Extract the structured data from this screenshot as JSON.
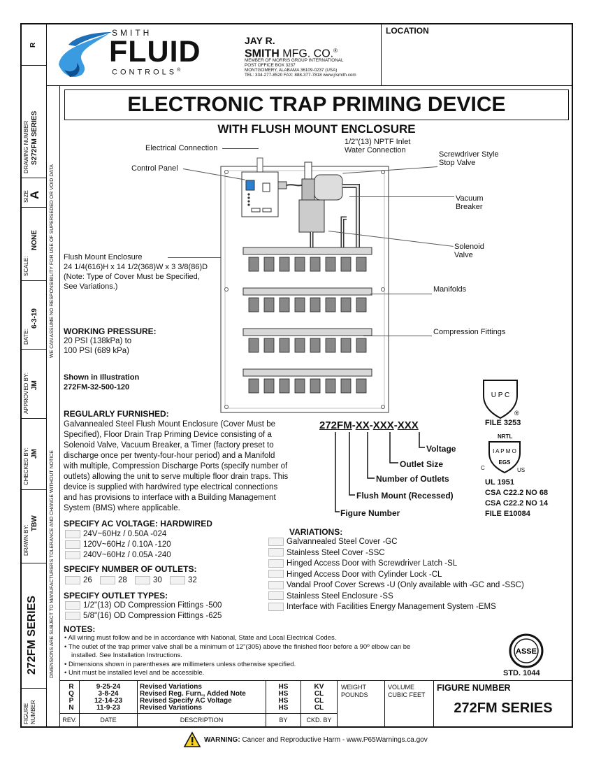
{
  "sidebar": {
    "rev": "R",
    "drawing_number_label": "DRAWING NUMBER",
    "drawing_number": "S272FM SERIES",
    "size_label": "SIZE",
    "size": "A",
    "scale_label": "SCALE:",
    "scale": "NONE",
    "date_label": "DATE:",
    "date": "6-3-19",
    "approved_label": "APPROVED BY:",
    "approved": "JM",
    "checked_label": "CHECKED BY:",
    "checked": "JM",
    "drawn_label": "DRAWN BY:",
    "drawn": "TBW",
    "series": "272FM SERIES",
    "figure_label_1": "FIGURE",
    "figure_label_2": "NUMBER",
    "disclaimer_top": "WE CAN ASSUME NO RESPONSIBILITY FOR USE OF SUPERSEDED OR VOID DATA",
    "disclaimer_bottom": "DIMENSIONS ARE SUBJECT TO MANUFACTURERS TOLERANCE AND CHANGE WITHOUT NOTICE"
  },
  "header": {
    "logo_smith": "SMITH",
    "logo_fluid": "FLUID",
    "logo_controls": "CONTROLS",
    "logo_reg": "®",
    "company_line1": "JAY R.",
    "company_line2a": "SMITH",
    "company_line2b": "MFG. CO.",
    "company_reg": "®",
    "address": [
      "MEMBER OF MORRIS GROUP INTERNATIONAL",
      "POST OFFICE BOX 3237",
      "MONTGOMERY, ALABAMA 36109-0237 (USA)",
      "TEL: 334-277-8520   FAX: 888-377-7818   www.jrsmith.com"
    ],
    "location_label": "LOCATION"
  },
  "title": "ELECTRONIC TRAP PRIMING DEVICE",
  "subtitle": "WITH FLUSH MOUNT ENCLOSURE",
  "callouts": {
    "electrical": "Electrical Connection",
    "control_panel": "Control Panel",
    "inlet_1": "1/2\"(13) NPTF Inlet",
    "inlet_2": "Water Connection",
    "stop_valve_1": "Screwdriver Style",
    "stop_valve_2": "Stop Valve",
    "vacuum_1": "Vacuum",
    "vacuum_2": "Breaker",
    "solenoid_1": "Solenoid",
    "solenoid_2": "Valve",
    "manifolds": "Manifolds",
    "compression": "Compression Fittings",
    "enclosure_1": "Flush Mount Enclosure",
    "enclosure_2": "24 1/4(616)H x 14 1/2(368)W x 3 3/8(86)D",
    "enclosure_3": "(Note: Type of Cover Must be Specified,",
    "enclosure_4": "See Variations.)"
  },
  "pressure": {
    "label": "WORKING PRESSURE:",
    "line1": "20 PSI (138kPa) to",
    "line2": "100 PSI (689 kPa)"
  },
  "illustration": {
    "line1": "Shown in Illustration",
    "line2": "272FM-32-500-120"
  },
  "furnished": {
    "label": "REGULARLY FURNISHED:",
    "lines": [
      "Galvannealed Steel Flush Mount Enclosure (Cover Must be",
      "Specified), Floor Drain Trap Priming Device consisting of a",
      "Solenoid Valve, Vacuum Breaker, a Timer (factory preset to",
      "discharge once per twenty-four-hour period) and a Manifold",
      "with multiple, Compression Discharge Ports (specify number of",
      "outlets) allowing the unit to serve multiple floor drain traps. This",
      "device is supplied with hardwired type electrical connections",
      "and has provisions to interface with a Building Management",
      "System (BMS) where applicable."
    ]
  },
  "model": {
    "code_a": "272FM",
    "code_sep1": "-",
    "code_b": "XX",
    "code_sep2": "-",
    "code_c": "XXX",
    "code_sep3": "-",
    "code_d": "XXX",
    "voltage": "Voltage",
    "outlet_size": "Outlet Size",
    "num_outlets": "Number of Outlets",
    "flush": "Flush Mount (Recessed)",
    "figure": "Figure Number"
  },
  "certs": {
    "upc_text": "U P C",
    "file1": "FILE 3253",
    "nrtl": "NRTL",
    "iapmo": "I A P M O",
    "egs": "EGS",
    "c": "C",
    "us": "US",
    "ul": "UL 1951",
    "csa1": "CSA C22.2 NO 68",
    "csa2": "CSA C22.2 NO 14",
    "file2": "FILE E10084",
    "asse": "ASSE",
    "std": "STD. 1044"
  },
  "voltage": {
    "label": "SPECIFY AC VOLTAGE: HARDWIRED",
    "options": [
      "24V~60Hz / 0.50A -024",
      "120V~60Hz / 0.10A -120",
      "240V~60Hz / 0.05A -240"
    ]
  },
  "outlets": {
    "label": "SPECIFY NUMBER OF OUTLETS:",
    "options": [
      "26",
      "28",
      "30",
      "32"
    ]
  },
  "outlet_types": {
    "label": "SPECIFY OUTLET TYPES:",
    "options": [
      "1/2\"(13) OD Compression Fittings -500",
      "5/8\"(16) OD Compression Fittings -625"
    ]
  },
  "variations": {
    "label": "VARIATIONS:",
    "options": [
      "Galvannealed Steel Cover -GC",
      "Stainless Steel Cover -SSC",
      "Hinged Access Door with Screwdriver Latch -SL",
      "Hinged Access Door with Cylinder Lock -CL",
      "Vandal Proof Cover Screws -U (Only available with -GC and -SSC)",
      "Stainless Steel Enclosure -SS",
      "Interface with Facilities Energy Management System -EMS"
    ]
  },
  "notes": {
    "label": "NOTES:",
    "items": [
      "All wiring must follow and be in accordance with National, State and Local Electrical Codes.",
      "The outlet of the trap primer valve shall be a minimum of 12\"(305) above the finished floor before a 90º elbow can be",
      "installed. See Installation Instructions.",
      "Dimensions shown in parentheses are millimeters unless otherwise specified.",
      "Unit must be installed level and be accessible."
    ]
  },
  "revisions": {
    "rows": [
      {
        "rev": "R",
        "date": "9-25-24",
        "desc": "Revised Variations",
        "by": "HS",
        "ckd": "KV"
      },
      {
        "rev": "Q",
        "date": "3-8-24",
        "desc": "Revised Reg. Furn., Added Note",
        "by": "HS",
        "ckd": "CL"
      },
      {
        "rev": "P",
        "date": "12-14-23",
        "desc": "Revised Specify AC Voltage",
        "by": "HS",
        "ckd": "CL"
      },
      {
        "rev": "N",
        "date": "11-9-23",
        "desc": "Revised Variations",
        "by": "HS",
        "ckd": "CL"
      }
    ],
    "h_rev": "REV.",
    "h_date": "DATE",
    "h_desc": "DESCRIPTION",
    "h_by": "BY",
    "h_ckd": "CKD. BY"
  },
  "weight_label_1": "WEIGHT",
  "weight_label_2": "POUNDS",
  "volume_label_1": "VOLUME",
  "volume_label_2": "CUBIC FEET",
  "figure_number_label": "FIGURE NUMBER",
  "figure_number": "272FM SERIES",
  "warning": {
    "bold": "WARNING:",
    "text": " Cancer and Reproductive Harm - www.P65Warnings.ca.gov"
  }
}
